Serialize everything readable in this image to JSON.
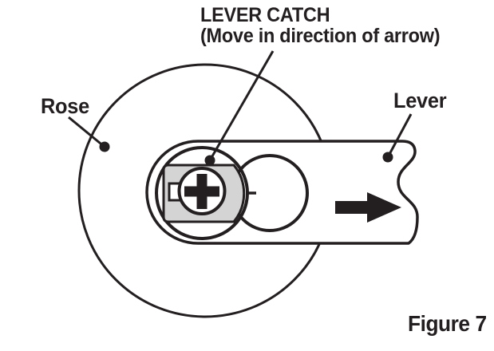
{
  "figure": {
    "caption": "Figure 7",
    "labels": {
      "lever_catch_line1": "LEVER CATCH",
      "lever_catch_line2": "(Move in direction of arrow)",
      "rose": "Rose",
      "lever": "Lever"
    },
    "icons": {
      "direction_arrow": "right-arrow",
      "screw_head": "phillips-cross"
    },
    "colors": {
      "ink": "#231f20",
      "catch_fill": "#d4d4d4",
      "background": "#ffffff"
    },
    "parts": [
      {
        "name": "rose",
        "description": "circular rose plate"
      },
      {
        "name": "lever",
        "description": "door lever with break-line edge"
      },
      {
        "name": "lever-catch",
        "description": "gray catch plate, move in direction of arrow"
      }
    ]
  }
}
